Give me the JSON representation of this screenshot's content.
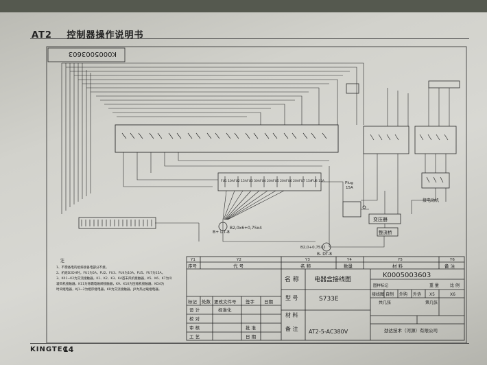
{
  "header": {
    "model": "AT2",
    "title": "控制器操作说明书"
  },
  "drawing": {
    "code_top": "K0005003603",
    "ground_label": "B+ DT-8",
    "wire_spec_main": "B2,0x6+0,75x4",
    "wire_spec_aux": "B2,0+0,75X2",
    "ground_label_2": "B- DT-8",
    "transformer_label": "变压器",
    "rectifier_label": "整流桥",
    "motor_label": "接电动机",
    "plug_label": "Plug",
    "fuse_value_1": "15A",
    "fuse_labels": [
      "FU1 10A",
      "FU2 15A",
      "FU3 30A",
      "FU4 20A",
      "FU5 20A",
      "FU6 20A",
      "FU7 15A",
      "FU8 15A"
    ],
    "notes_title": "注",
    "notes": [
      "1、不需备电的组排接备电部分不接。",
      "2、机组D2DH时，FU1为5A，FU2、FU3、FU4为10A，FU5、FU7为15A。",
      "3、K01~K2为交流接触器，K1、K2、K3、K4首末风机接触器，K5、K6、K7为冷",
      "   凝风机接触器，K11为除霜电磁阀接触器，K9、K10为压缩机接触器，KD4为",
      "   时间继电器，KJ1~2为相序继电器，KR为交流接触器，JR为热过载继电器。"
    ]
  },
  "title_block": {
    "columns": [
      "Y1",
      "Y2",
      "Y3",
      "Y4",
      "Y5",
      "Y6"
    ],
    "col_headers": [
      "序号",
      "代  号",
      "名  称",
      "数量",
      "材  料",
      "备  注"
    ],
    "name_label": "名  称",
    "name_value": "电器盒接线图",
    "drawing_number": "K0005003603",
    "model_label": "型 号",
    "model_value": "S733E",
    "material_label": "材 料",
    "remark_label": "备 注",
    "remark_value": "AT2-5-AC380V",
    "sign_row": [
      "标记",
      "处数",
      "更改文件号",
      "签字",
      "日期"
    ],
    "roles": [
      "设  计",
      "校  对",
      "审  核",
      "工  艺"
    ],
    "std_label": "标准化",
    "approve_label": "批  准",
    "date_label": "日  期",
    "stage_label": "图样标记",
    "stage_items": [
      "接线图",
      "自制",
      "外购",
      "外协"
    ],
    "weight_label": "重  量",
    "scale_label": "比  例",
    "weight_value": "X5",
    "scale_value": "X6",
    "total_sheets": "共几张",
    "sheet_no": "第几张",
    "company": "劲达技术（河源）有限公司"
  },
  "footer": {
    "brand": "KINGTEC",
    "page": "14"
  }
}
